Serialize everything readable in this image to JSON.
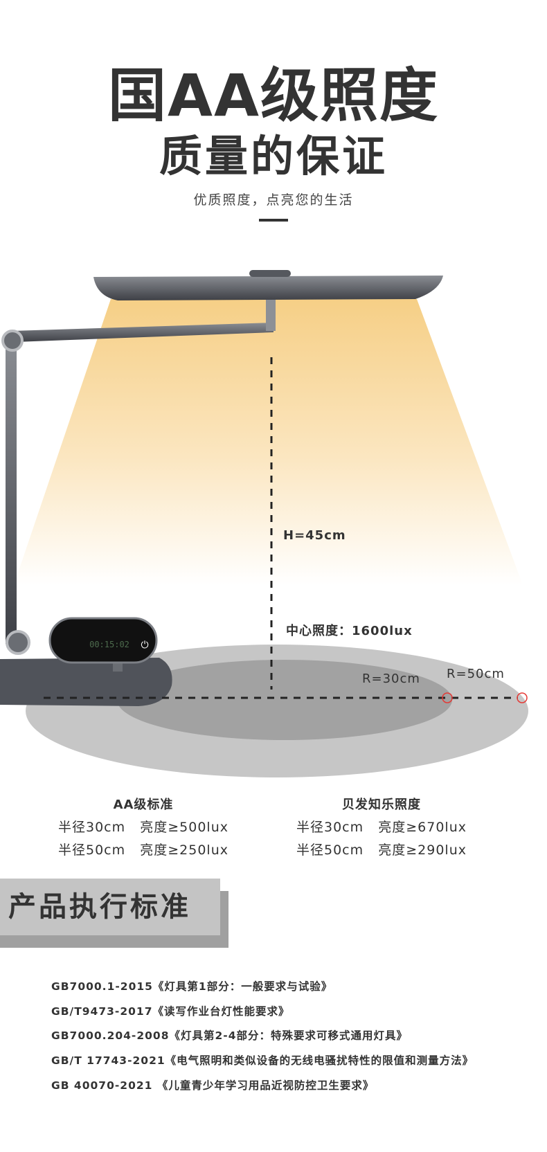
{
  "hero": {
    "title_line1": "国AA级照度",
    "title_line2": "质量的保证",
    "subtitle": "优质照度，点亮您的生活"
  },
  "diagram": {
    "height_label": "H=45cm",
    "center_illuminance": "中心照度：1600lux",
    "inner_radius": "R=30cm",
    "outer_radius": "R=50cm",
    "display_time": "00:15:02",
    "accent_color": "#e53935"
  },
  "comparison": [
    {
      "heading": "AA级标准",
      "lines": [
        "半径30cm   亮度≥500lux",
        "半径50cm   亮度≥250lux"
      ]
    },
    {
      "heading": "贝发知乐照度",
      "lines": [
        "半径30cm   亮度≥670lux",
        "半径50cm   亮度≥290lux"
      ]
    }
  ],
  "standards": {
    "heading": "产品执行标准",
    "items": [
      "GB7000.1-2015《灯具第1部分：一般要求与试验》",
      "GB/T9473-2017《读写作业台灯性能要求》",
      "GB7000.204-2008《灯具第2-4部分：特殊要求可移式通用灯具》",
      "GB/T 17743-2021《电气照明和类似设备的无线电骚扰特性的限值和测量方法》",
      "GB 40070-2021 《儿童青少年学习用品近视防控卫生要求》"
    ]
  }
}
